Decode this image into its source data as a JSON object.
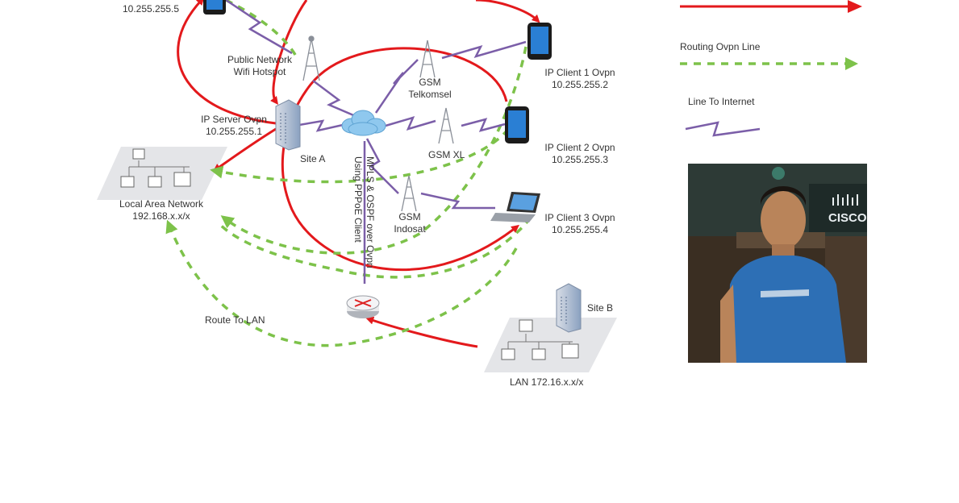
{
  "nodes": {
    "top_client_ip": "10.255.255.5",
    "wifi": {
      "line1": "Public Network",
      "line2": "Wifi Hotspot"
    },
    "server": {
      "line1": "IP Server Ovpn",
      "line2": "10.255.255.1"
    },
    "site_a": "Site A",
    "lan": {
      "line1": "Local Area Network",
      "line2": "192.168.x.x/x"
    },
    "gsm_telkomsel": {
      "line1": "GSM",
      "line2": "Telkomsel"
    },
    "gsm_xl": "GSM XL",
    "gsm_indosat": {
      "line1": "GSM",
      "line2": "Indosat"
    },
    "client1": {
      "line1": "IP Client 1 Ovpn",
      "line2": "10.255.255.2"
    },
    "client2": {
      "line1": "IP Client 2 Ovpn",
      "line2": "10.255.255.3"
    },
    "client3": {
      "line1": "IP Client 3 Ovpn",
      "line2": "10.255.255.4"
    },
    "mpls": {
      "line1": "MPLS & OSPF over Ovpn",
      "line2": "Using PPPoE Client"
    },
    "route_to_lan": "Route To LAN",
    "site_b": "Site B",
    "lan_b": "LAN 172.16.x.x/x"
  },
  "legend": {
    "routing_label": "Routing Ovpn Line",
    "internet_label": "Line To Internet"
  },
  "colors": {
    "red_line": "#e3191c",
    "green_dash": "#7dc24a",
    "zigzag": "#7b5ea8",
    "cloud": "#8fc8ee"
  },
  "photo": {
    "logo_text": "CISCO",
    "subject": "man-in-blue-tshirt"
  }
}
